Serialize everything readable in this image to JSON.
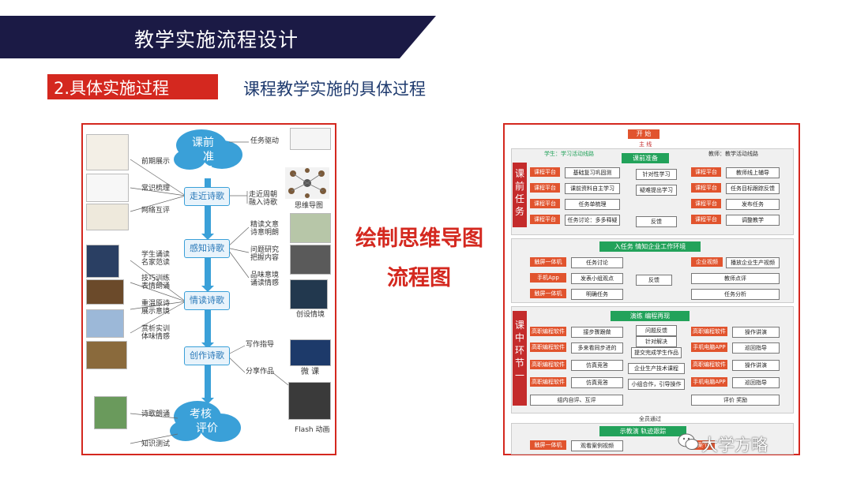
{
  "header": {
    "title": "教学实施流程设计"
  },
  "section": {
    "label": "2.具体实施过程",
    "desc": "课程教学实施的具体过程"
  },
  "center": {
    "line1": "绘制思维导图",
    "line2": "流程图"
  },
  "mindmap": {
    "start_cloud": [
      "课前",
      "准备"
    ],
    "end_cloud": [
      "考核",
      "评价"
    ],
    "nodes": [
      "走近诗歌",
      "感知诗歌",
      "情读诗歌",
      "创作诗歌"
    ],
    "left_labels": [
      "前期展示",
      "常识梳理",
      "网络互评",
      "学生诵读",
      "名家范读",
      "技巧训练",
      "表情朗诵",
      "重温原诗",
      "展示意境",
      "赏析实训",
      "体味情感",
      "诗歌朗诵",
      "知识测试"
    ],
    "right_labels": [
      "任务驱动",
      "走近周朝",
      "融入诗歌",
      "精读文意",
      "诗意明朗",
      "问题研究",
      "把握内容",
      "品味意境",
      "诵读情感",
      "写作指导",
      "分享作品"
    ],
    "captions": [
      "思维导图",
      "创设情境",
      "微 课",
      "Flash 动画"
    ]
  },
  "flowchart": {
    "top": "开 始",
    "sub": "主 线",
    "col_student": "学生：学习活动线路",
    "col_teacher": "教师：教学活动线路",
    "stage1": "课前准备",
    "side1": "课前任务",
    "side2": "课中环节一",
    "platform": "课程平台",
    "s_tasks": [
      "基础复习巩固测",
      "课前资料自主学习",
      "任务单梳理",
      "任务讨论：多多释疑"
    ],
    "t_tasks": [
      "教师线上辅导",
      "任务目标跟踪反馈",
      "发布任务",
      "调整教学"
    ],
    "s_mid": [
      "针对性学习",
      "疑难提出学习",
      "反馈"
    ],
    "stage2": "入任务  情知企业工作环境",
    "b_left_tags": [
      "触屏一体机",
      "手机App",
      "触屏一体机"
    ],
    "b_left": [
      "任务讨论",
      "发表小组观点",
      "明确任务"
    ],
    "b_right_tags": [
      "企业视频"
    ],
    "b_right": [
      "播放企业生产视频",
      "教师点评",
      "任务分析"
    ],
    "b_mid": [
      "反馈"
    ],
    "stage3": "演练  编程再现",
    "c_left_tag": "高职编程软件",
    "c_left": [
      "接步骤跟做",
      "多来看同步进的",
      "仿真竞答",
      "仿真竞答"
    ],
    "c_right_tags": [
      "高职编程软件",
      "手机电脑APP",
      "高职编程软件",
      "手机电脑APP"
    ],
    "c_right": [
      "操作讲演",
      "巡回指导",
      "操作讲演",
      "巡回指导"
    ],
    "c_mid": [
      "问题反馈",
      "针对解决",
      "提交完成学生作品",
      "企业生产技术课程",
      "小组合作，引导操作"
    ],
    "c_bottom_left": "组内自评、互评",
    "c_bottom_right": "评价  奖励",
    "c_pass": "全员通过",
    "stage4": "示教演  轨迹跟踪",
    "d_left_tag": "触屏一体机",
    "d_left": "观看案例视频",
    "d_right_tag": "案个"
  },
  "watermark": "大学方略"
}
